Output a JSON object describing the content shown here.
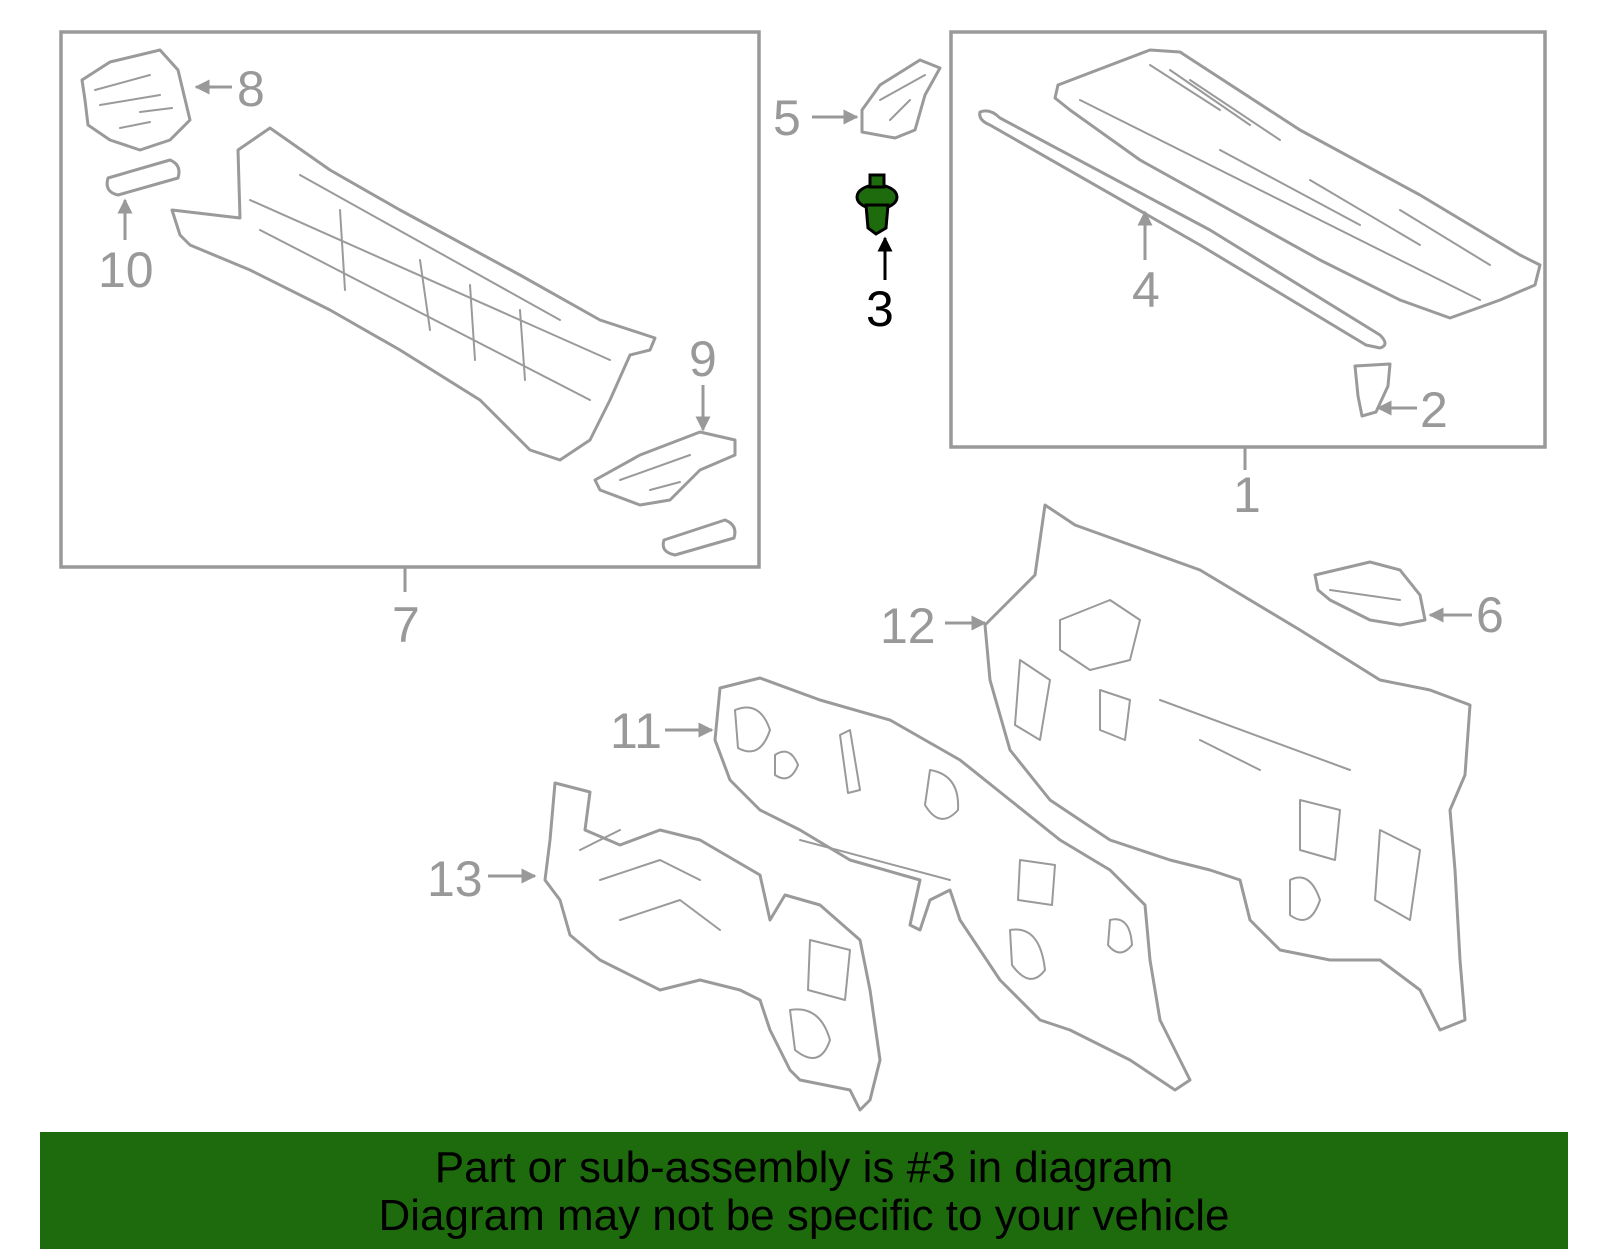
{
  "callouts": {
    "c1": "1",
    "c2": "2",
    "c3": "3",
    "c4": "4",
    "c5": "5",
    "c6": "6",
    "c7": "7",
    "c8": "8",
    "c9": "9",
    "c10": "10",
    "c11": "11",
    "c12": "12",
    "c13": "13"
  },
  "highlighted_part": "3",
  "colors": {
    "highlight_part": "#1e6b0e",
    "banner_background": "#1e6b0e",
    "line_gray": "#999999",
    "text_black": "#000000"
  },
  "banner": {
    "line1": "Part or sub-assembly is #3 in diagram",
    "line2": "Diagram may not be specific to your vehicle"
  }
}
